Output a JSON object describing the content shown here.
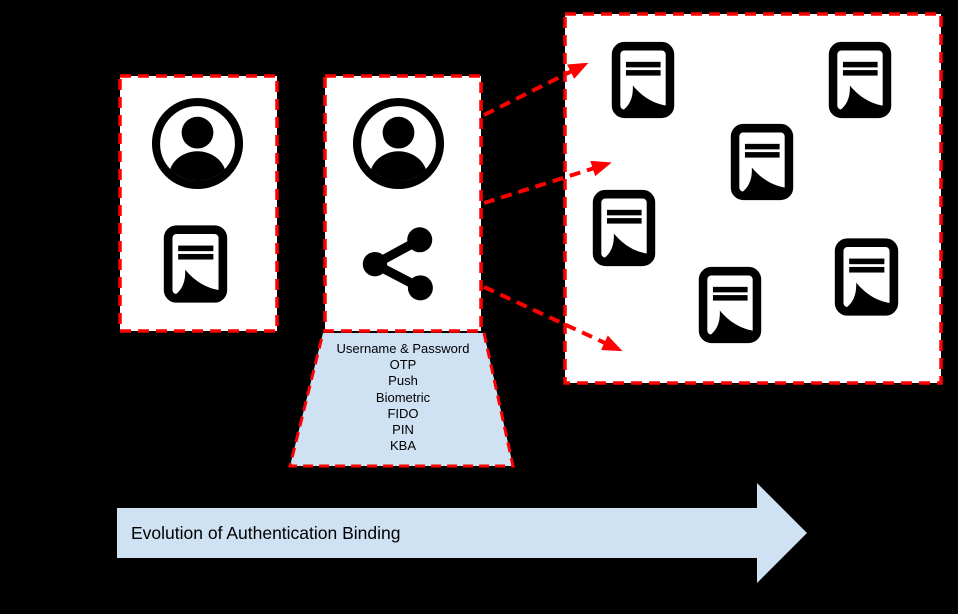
{
  "colors": {
    "background": "#000000",
    "panel_fill": "#ffffff",
    "dashed_red": "#ff0000",
    "light_blue": "#cfe2f3",
    "icon_black": "#000000",
    "text": "#000000"
  },
  "panels": {
    "single_user": {
      "icons": [
        "person-icon",
        "document-icon"
      ]
    },
    "shared_auth": {
      "icons": [
        "person-icon",
        "share-icon"
      ]
    },
    "documents": {
      "icons": [
        "document-icon",
        "document-icon",
        "document-icon",
        "document-icon",
        "document-icon",
        "document-icon"
      ]
    }
  },
  "funnel": {
    "methods": [
      "Username & Password",
      "OTP",
      "Push",
      "Biometric",
      "FIDO",
      "PIN",
      "KBA"
    ]
  },
  "connections": {
    "arrow_count": 3
  },
  "timeline": {
    "label": "Evolution of Authentication Binding"
  }
}
